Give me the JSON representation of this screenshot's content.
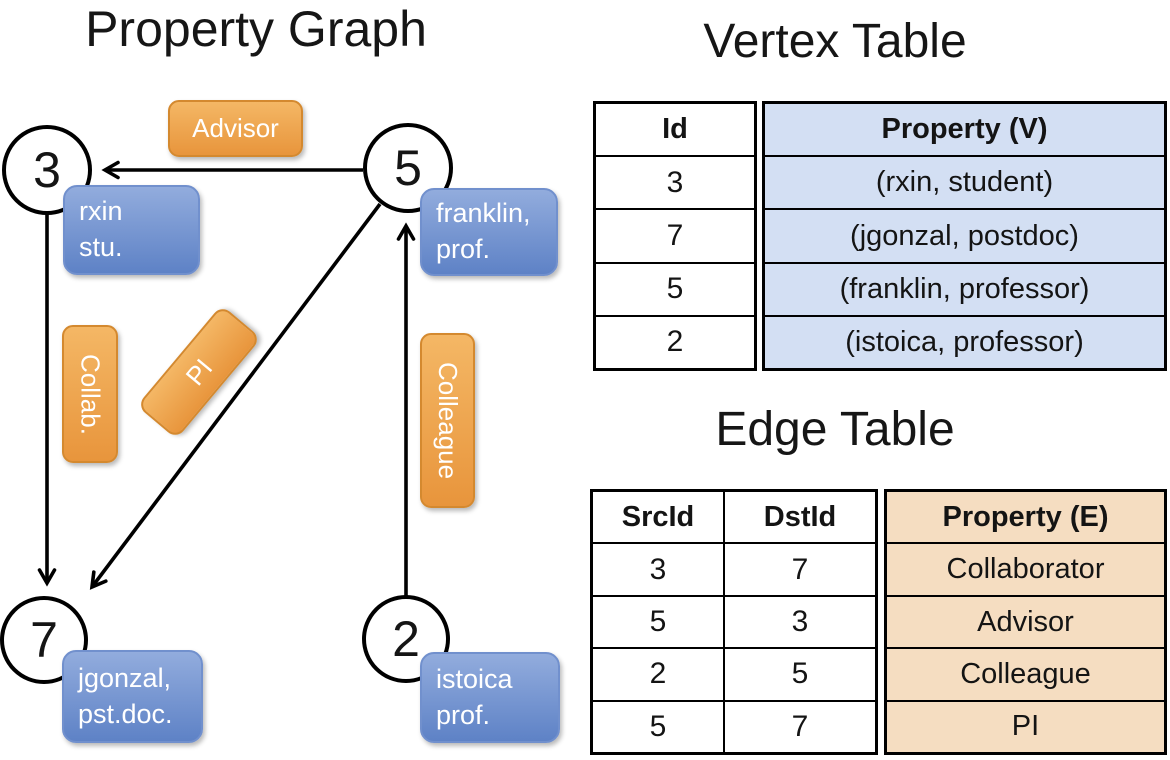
{
  "graph": {
    "title": "Property Graph",
    "vertices": [
      {
        "id": "3",
        "line1": "rxin",
        "line2": "stu."
      },
      {
        "id": "5",
        "line1": "franklin,",
        "line2": "prof."
      },
      {
        "id": "7",
        "line1": "jgonzal,",
        "line2": "pst.doc."
      },
      {
        "id": "2",
        "line1": "istoica",
        "line2": "prof."
      }
    ],
    "edge_labels": {
      "advisor": "Advisor",
      "collab": "Collab.",
      "pi": "PI",
      "colleague": "Colleague"
    }
  },
  "vertex_table": {
    "title": "Vertex Table",
    "columns": {
      "id": "Id",
      "property": "Property (V)"
    },
    "rows": [
      {
        "id": "3",
        "property": "(rxin, student)"
      },
      {
        "id": "7",
        "property": "(jgonzal, postdoc)"
      },
      {
        "id": "5",
        "property": "(franklin, professor)"
      },
      {
        "id": "2",
        "property": "(istoica, professor)"
      }
    ]
  },
  "edge_table": {
    "title": "Edge Table",
    "columns": {
      "src": "SrcId",
      "dst": "DstId",
      "property": "Property (E)"
    },
    "rows": [
      {
        "src": "3",
        "dst": "7",
        "property": "Collaborator"
      },
      {
        "src": "5",
        "dst": "3",
        "property": "Advisor"
      },
      {
        "src": "2",
        "dst": "5",
        "property": "Colleague"
      },
      {
        "src": "5",
        "dst": "7",
        "property": "PI"
      }
    ]
  },
  "colors": {
    "edge_pill_top": "#f4b765",
    "edge_pill_bottom": "#e8953c",
    "edge_pill_border": "#d4892f",
    "vertex_pill_top": "#92acdd",
    "vertex_pill_bottom": "#5e82c6",
    "vertex_pill_border": "#7190cd",
    "vertex_table_fill": "#d3dff3",
    "edge_table_fill": "#f5ddc1",
    "line_color": "#000000"
  }
}
